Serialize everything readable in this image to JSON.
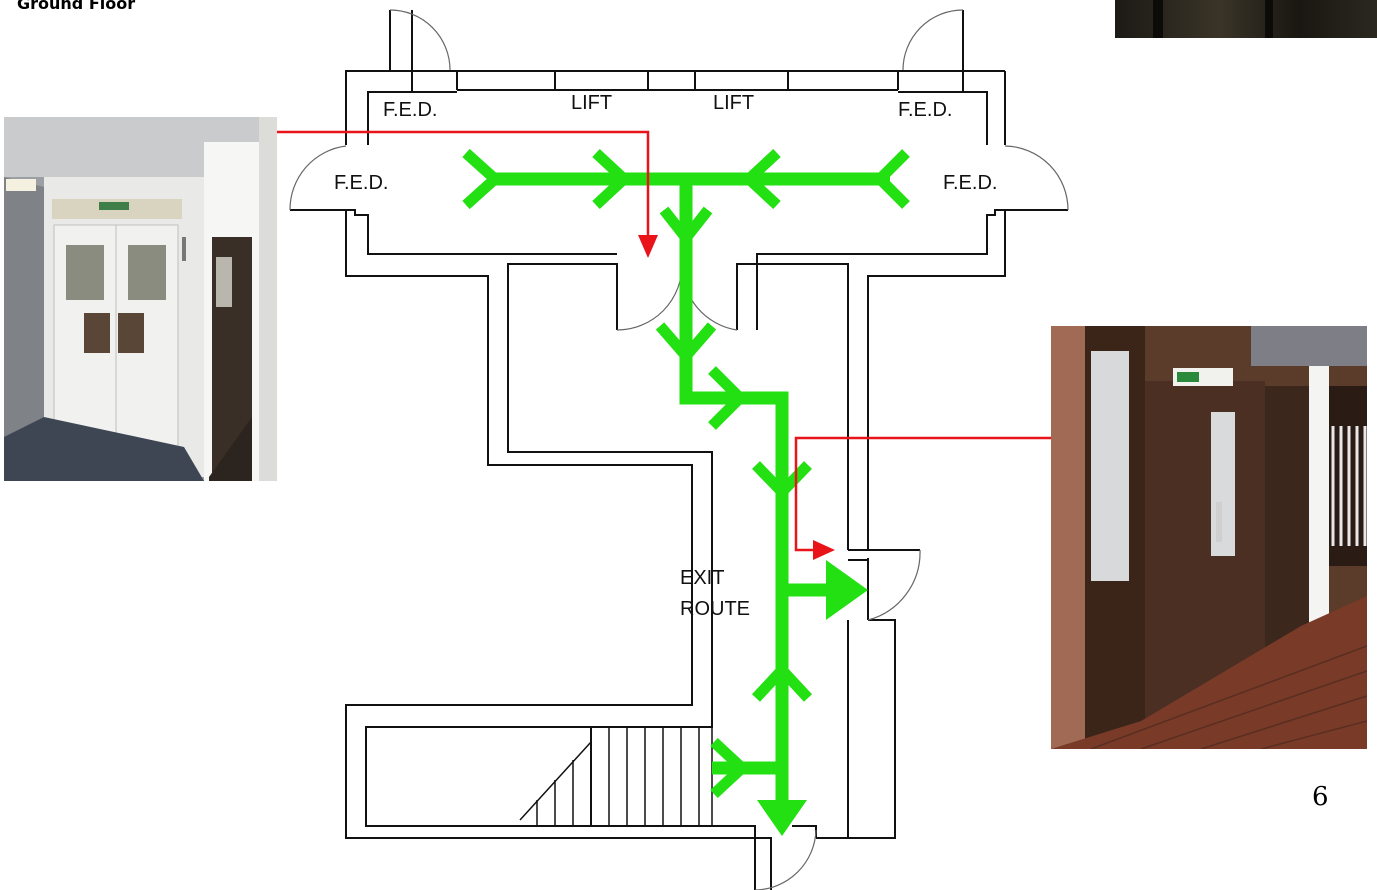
{
  "page": {
    "title": "Ground Floor",
    "page_number": "6"
  },
  "labels": {
    "fed_top_left": "F.E.D.",
    "lift_left": "LIFT",
    "lift_right": "LIFT",
    "fed_top_right": "F.E.D.",
    "fed_left": "F.E.D.",
    "fed_right": "F.E.D.",
    "exit_line1": "EXIT",
    "exit_line2": "ROUTE"
  },
  "colors": {
    "wall": "#111111",
    "route": "#22e011",
    "pointer": "#e8141a",
    "door_arc": "#555555"
  },
  "photos": {
    "left": {
      "subject": "white double fire doors with glass panels in corridor"
    },
    "right": {
      "subject": "brown exit door with green exit sign above"
    },
    "top_right": {
      "subject": "partial dark photo"
    }
  }
}
